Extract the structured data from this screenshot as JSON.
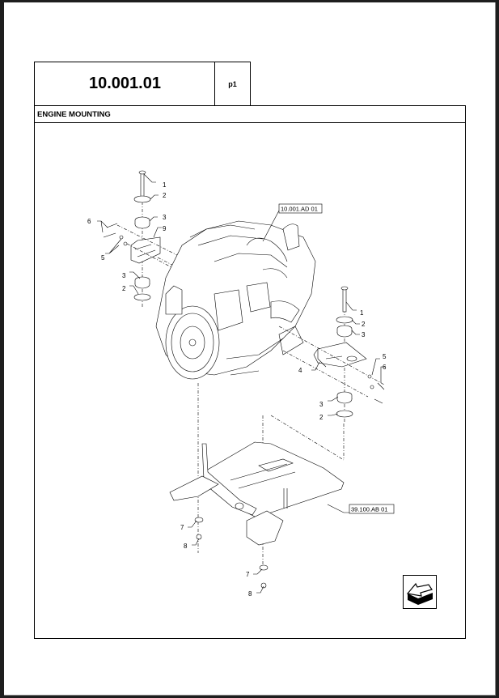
{
  "header": {
    "section_code": "10.001.01",
    "page_label": "p1",
    "section_title": "ENGINE MOUNTING"
  },
  "diagram": {
    "references": {
      "engine": "10.001.AD 01",
      "frame": "39.100.AB 01"
    },
    "callouts_left": {
      "c1": "1",
      "c2a": "2",
      "c3a": "3",
      "c9": "9",
      "c6": "6",
      "c5": "5",
      "c3b": "3",
      "c2b": "2"
    },
    "callouts_right": {
      "c1": "1",
      "c2a": "2",
      "c3a": "3",
      "c4": "4",
      "c5": "5",
      "c6": "6",
      "c3b": "3",
      "c2b": "2"
    },
    "callouts_bottom": {
      "c7a": "7",
      "c8a": "8",
      "c7b": "7",
      "c8b": "8"
    }
  },
  "navigation": {
    "next_icon": "next-page-arrow-icon"
  }
}
